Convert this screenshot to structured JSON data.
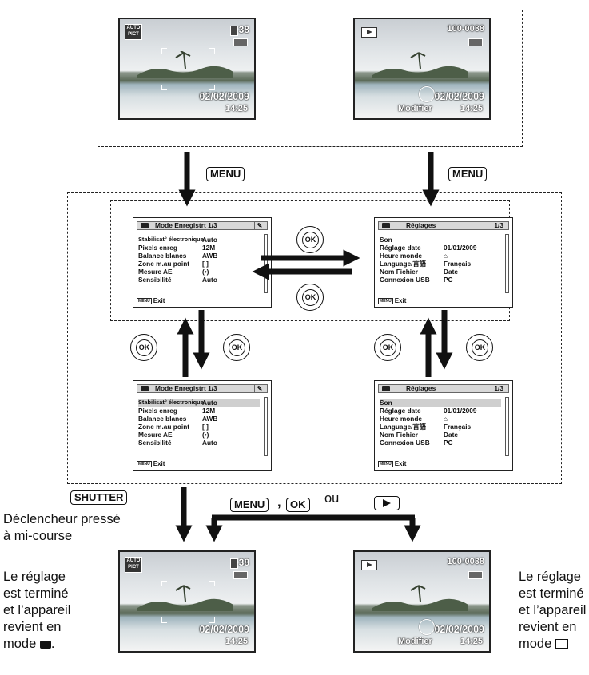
{
  "capture_screen": {
    "mode_icon": "AUTO PICT",
    "shots_remaining": "38",
    "date": "02/02/2009",
    "time": "14:25"
  },
  "playback_screen": {
    "file_number": "100-0038",
    "date": "02/02/2009",
    "time": "14:25",
    "action_label": "Modifier"
  },
  "buttons": {
    "menu": "MENU",
    "ok": "OK",
    "shutter": "SHUTTER"
  },
  "rec_menu": {
    "title": "Mode Enregistrt 1/3",
    "rows": [
      {
        "key": "Stabilisat° électronique",
        "value": "Auto"
      },
      {
        "key": "Pixels enreg",
        "value": "12M"
      },
      {
        "key": "Balance blancs",
        "value": "AWB"
      },
      {
        "key": "Zone m.au point",
        "value": "[ ]"
      },
      {
        "key": "Mesure AE",
        "value": "(•)"
      },
      {
        "key": "Sensibilité",
        "value": "Auto"
      }
    ],
    "exit": "Exit"
  },
  "setup_menu": {
    "title": "Réglages",
    "page": "1/3",
    "rows": [
      {
        "key": "Son",
        "value": ""
      },
      {
        "key": "Réglage date",
        "value": "01/01/2009"
      },
      {
        "key": "Heure monde",
        "value": "⌂"
      },
      {
        "key": "Language/言語",
        "value": "Français"
      },
      {
        "key": "Nom Fichier",
        "value": "Date"
      },
      {
        "key": "Connexion USB",
        "value": "PC"
      }
    ],
    "exit": "Exit"
  },
  "bottom": {
    "sep_comma": ",",
    "sep_ou": "ou",
    "half_press_line1": "Déclencheur pressé",
    "half_press_line2": "à mi-course",
    "left_note": [
      "Le réglage",
      "est terminé",
      "et l’appareil",
      "revient en",
      "mode"
    ],
    "right_note": [
      "Le réglage",
      "est terminé",
      "et l’appareil",
      "revient en",
      "mode"
    ]
  },
  "icons": [
    "camera-icon",
    "play-icon",
    "wrench-icon",
    "ok-button-icon",
    "battery-icon",
    "card-icon"
  ]
}
